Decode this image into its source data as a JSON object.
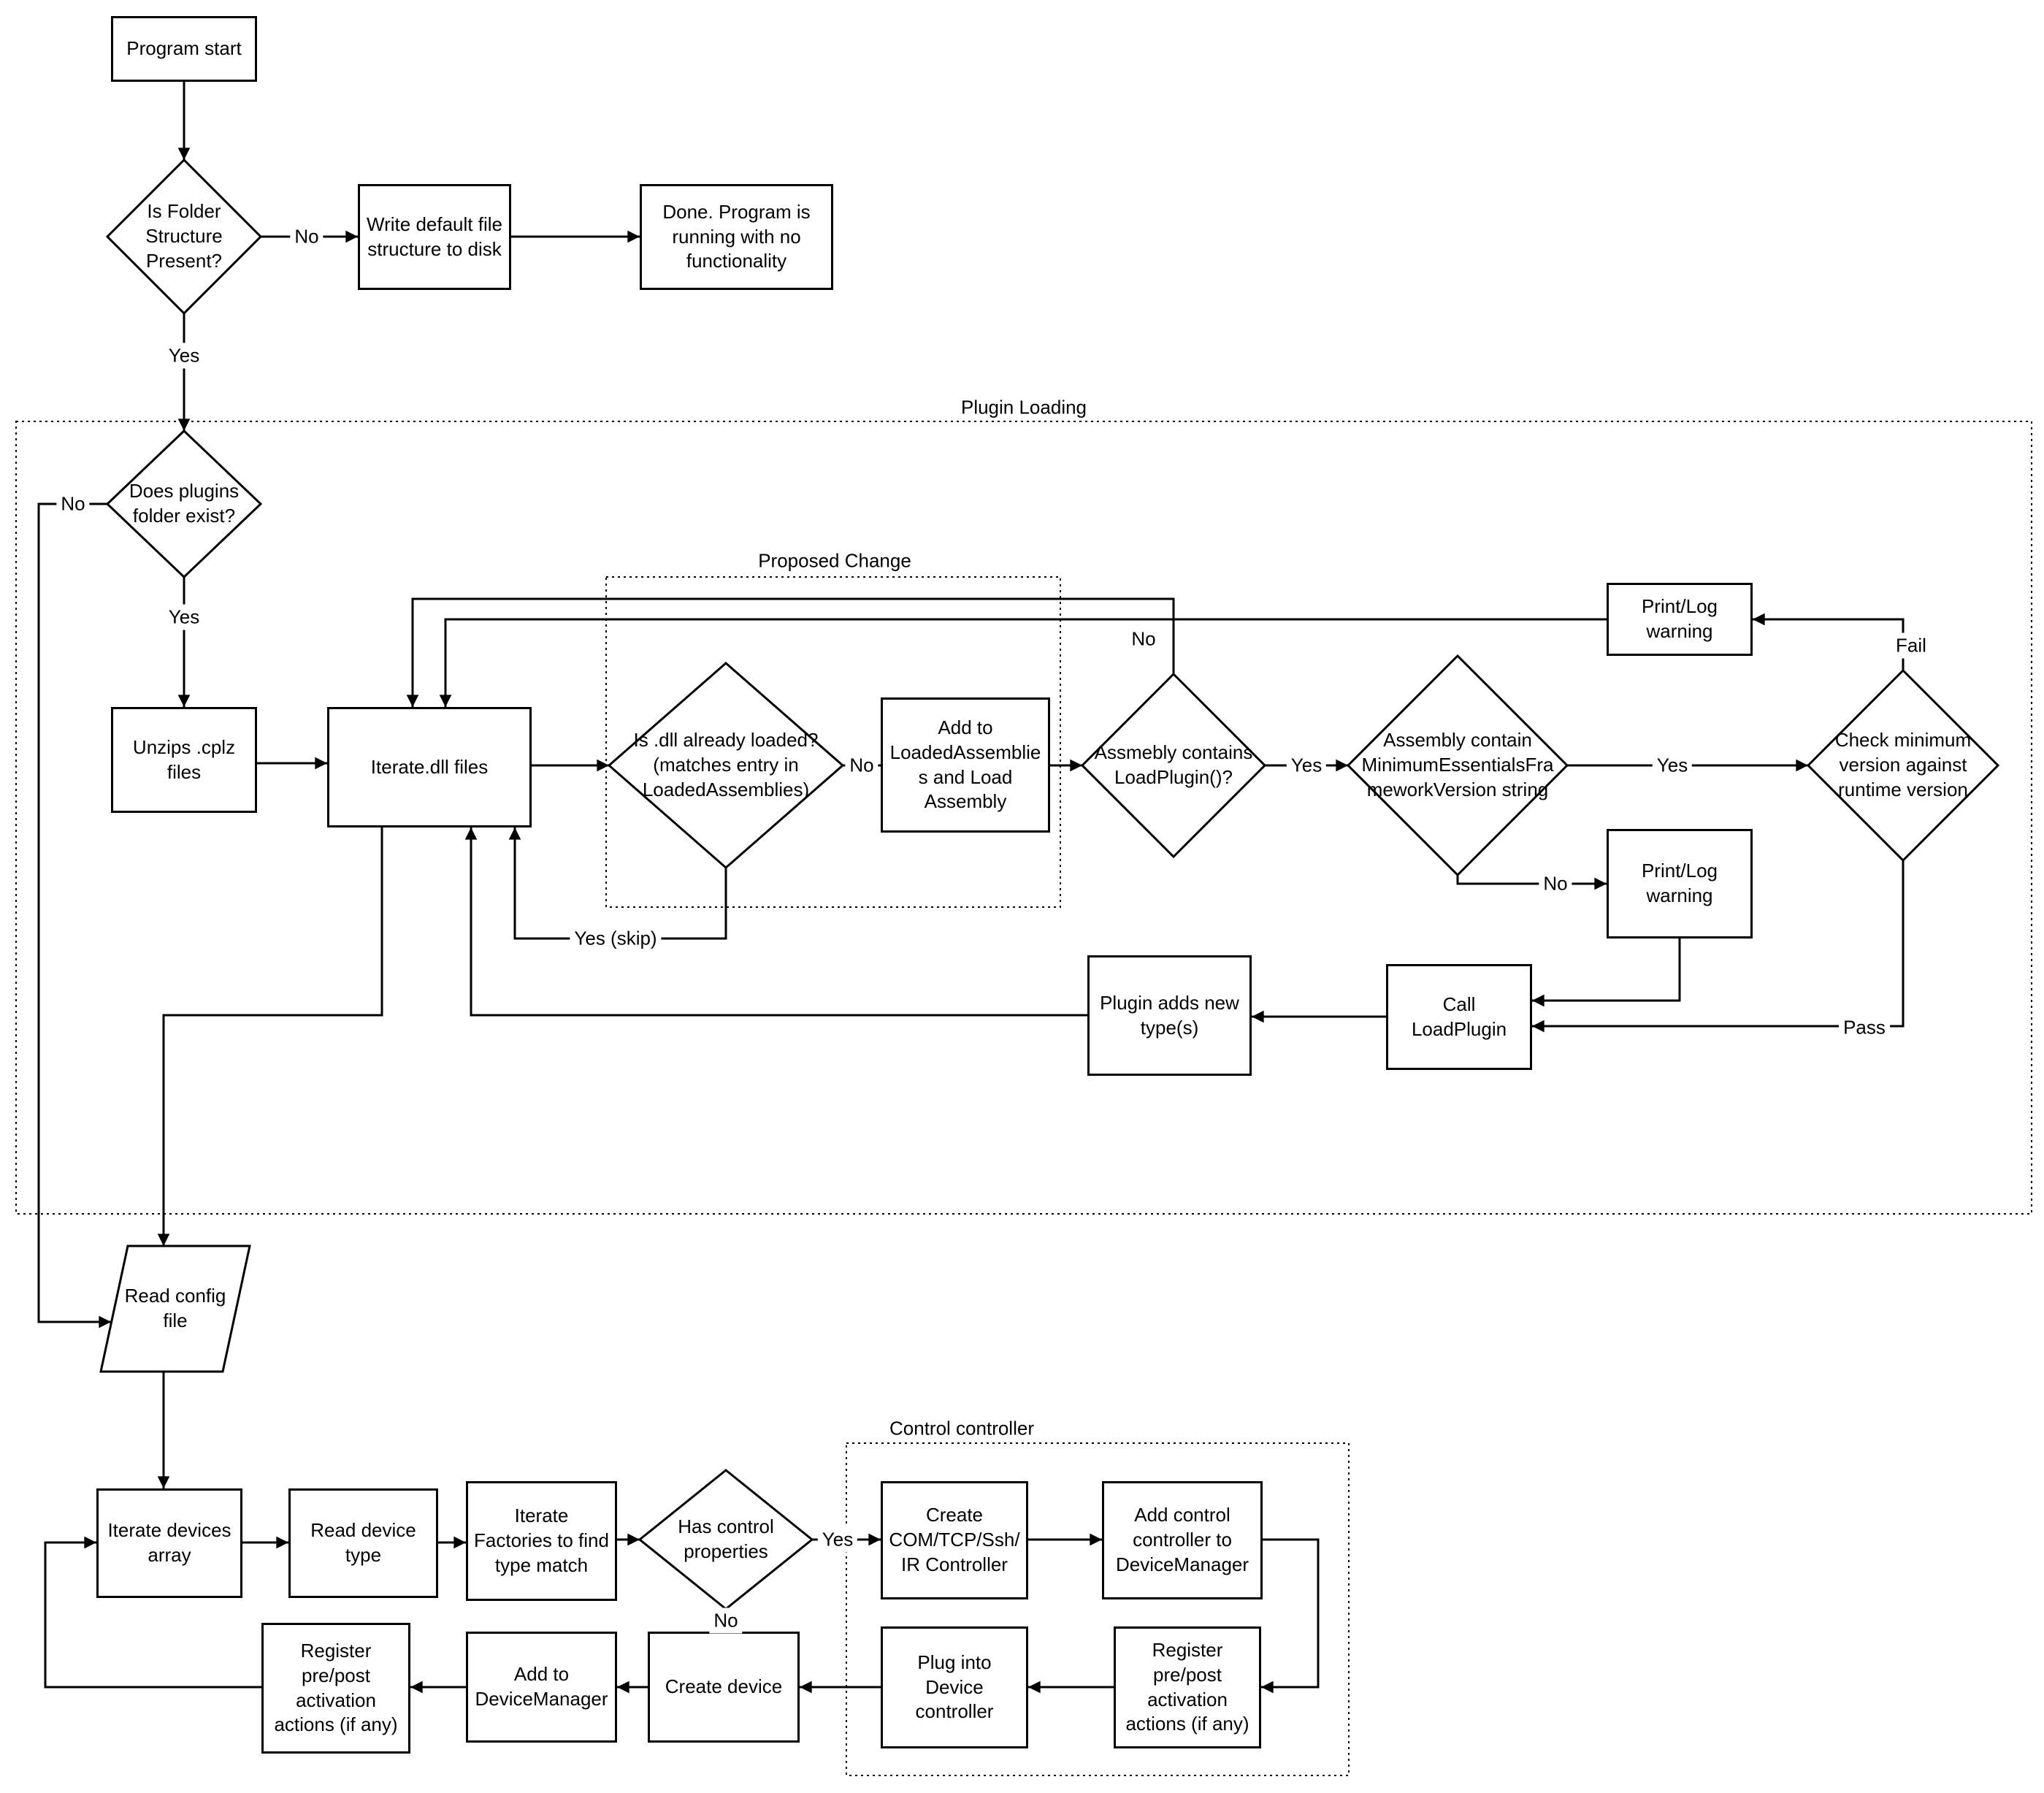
{
  "containers": {
    "plugin_loading": "Plugin Loading",
    "proposed_change": "Proposed Change",
    "control_controller": "Control controller"
  },
  "nodes": {
    "program_start": {
      "label": "Program start"
    },
    "is_folder_present": {
      "label": "Is Folder Structure Present?"
    },
    "write_default": {
      "label": "Write default file structure to disk"
    },
    "done": {
      "label": "Done.  Program is running with no functionality"
    },
    "does_plugins_exist": {
      "label": "Does plugins folder exist?"
    },
    "unzips_cplz": {
      "label": "Unzips .cplz files"
    },
    "iterate_dll": {
      "label": "Iterate.dll files"
    },
    "is_dll_loaded": {
      "label": "Is .dll already loaded? (matches entry in LoadedAssemblies)"
    },
    "add_to_loaded": {
      "label": "Add to LoadedAssemblies and Load Assembly"
    },
    "assembly_contains_loadplugin": {
      "label": "Assmebly contains LoadPlugin()?"
    },
    "assembly_contains_minversion": {
      "label": "Assembly contain MinimumEssentialsFrameworkVersion string"
    },
    "check_min_version": {
      "label": "Check minimum version against runtime version"
    },
    "printlog_warning_top": {
      "label": "Print/Log warning"
    },
    "printlog_warning_mid": {
      "label": "Print/Log warning"
    },
    "call_loadplugin": {
      "label": "Call LoadPlugin"
    },
    "plugin_adds_types": {
      "label": "Plugin adds new type(s)"
    },
    "read_config": {
      "label": "Read config file"
    },
    "iterate_devices": {
      "label": "Iterate devices array"
    },
    "read_device_type": {
      "label": "Read device type"
    },
    "iterate_factories": {
      "label": "Iterate Factories to find type match"
    },
    "has_control_props": {
      "label": "Has control properties"
    },
    "create_com": {
      "label": "Create COM/TCP/Ssh/IR Controller"
    },
    "add_control_controller": {
      "label": "Add control controller to DeviceManager"
    },
    "register_prepost_right": {
      "label": "Register pre/post activation actions (if any)"
    },
    "plug_into_device": {
      "label": "Plug into Device controller"
    },
    "create_device": {
      "label": "Create device"
    },
    "add_to_devicemanager": {
      "label": "Add to DeviceManager"
    },
    "register_prepost_left": {
      "label": "Register pre/post activation actions (if any)"
    }
  },
  "edge_labels": {
    "no_folder": "No",
    "yes_folder": "Yes",
    "no_plugins": "No",
    "yes_plugins": "Yes",
    "no_dll_loaded": "No",
    "yes_skip": "Yes (skip)",
    "yes_loadplugin": "Yes",
    "no_loadplugin": "No",
    "yes_minversion": "Yes",
    "no_minversion": "No",
    "fail": "Fail",
    "pass": "Pass",
    "yes_control": "Yes",
    "no_control": "No"
  }
}
